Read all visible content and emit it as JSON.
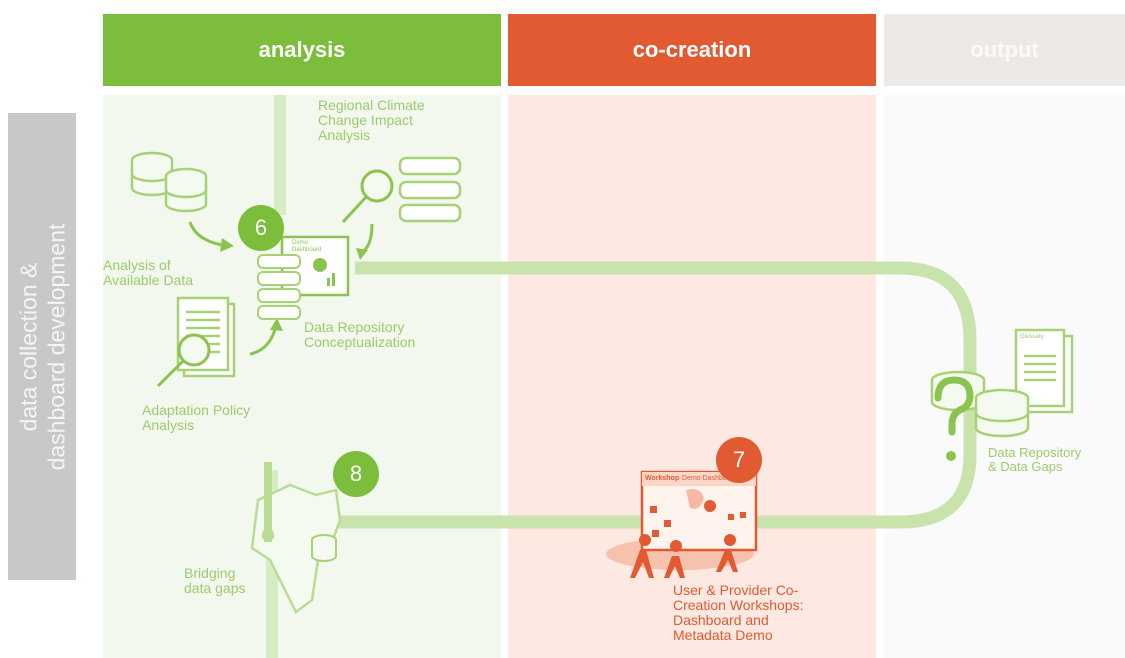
{
  "columns": {
    "analysis": "analysis",
    "cocreation": "co-creation",
    "output": "output"
  },
  "side_label": {
    "line1": "data collection &",
    "line2": "dashboard development"
  },
  "steps": {
    "six": "6",
    "seven": "7",
    "eight": "8"
  },
  "labels": {
    "regional_climate": "Regional Climate\nChange Impact\nAnalysis",
    "available_data": "Analysis of\nAvailable Data",
    "repository_concept": "Data Repository\nConceptualization",
    "adaptation_policy": "Adaptation Policy\nAnalysis",
    "bridging": "Bridging\ndata gaps",
    "workshops": "User & Provider Co-\nCreation Workshops:\nDashboard and\nMetadata Demo",
    "repository_gaps": "Data Repository\n& Data Gaps"
  },
  "icon_text": {
    "demo_dashboard": "Demo\nDashboard",
    "workshop": "Workshop",
    "workshop_demo": "Demo Dashboard",
    "glossary": "Glossary"
  },
  "colors": {
    "green": "#7cbd3c",
    "light_green": "#c5e2a8",
    "orange": "#e25a32",
    "grey": "#c9c7c7"
  }
}
